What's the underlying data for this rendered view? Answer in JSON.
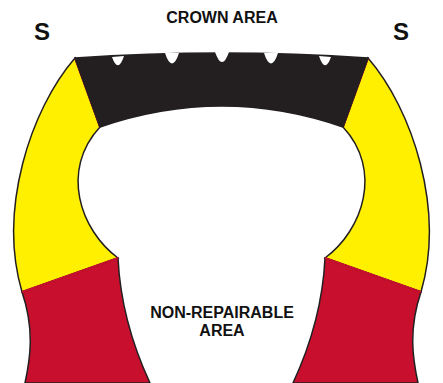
{
  "diagram": {
    "labels": [
      "S",
      "CROWN AREA",
      "S",
      "NON-REPAIRABLE AREA"
    ]
  }
}
